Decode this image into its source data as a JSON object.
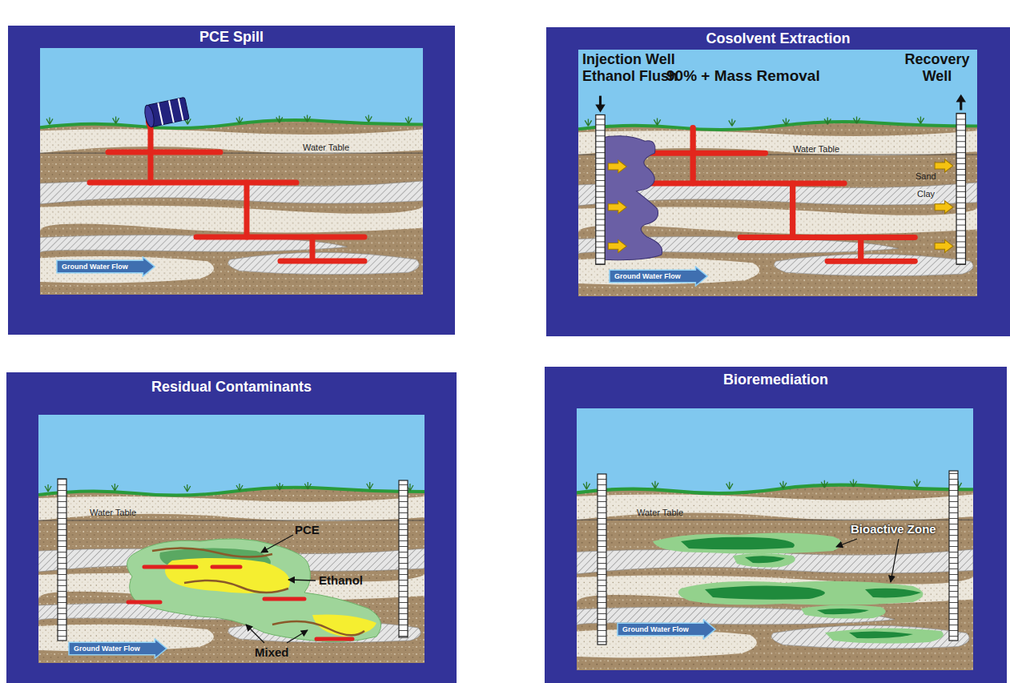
{
  "diagram": {
    "nodes": [
      {
        "text": [
          "PCE Spill"
        ]
      },
      {
        "text": [
          "Ground Water Flow"
        ],
        "in": 0
      },
      {
        "text": [
          "Cosolvent Extraction"
        ]
      },
      {
        "text": [
          "Ground Water Flow"
        ],
        "in": 2
      },
      {
        "text": [
          "Residual Contaminants"
        ]
      },
      {
        "text": [
          "Ground Water Flow"
        ],
        "in": 4
      },
      {
        "text": [
          "Bioremediation"
        ]
      },
      {
        "text": [
          "Ground Water Flow"
        ],
        "in": 6
      }
    ],
    "labels": [
      "Water Table",
      "Injection Well Ethanol Flush",
      "Recovery Well",
      "90% + Mass Removal",
      "Water Table",
      "Sand",
      "Clay",
      "Water Table",
      "PCE",
      "Ethanol",
      "Mixed",
      "Water Table",
      "Bioactive Zone"
    ]
  }
}
